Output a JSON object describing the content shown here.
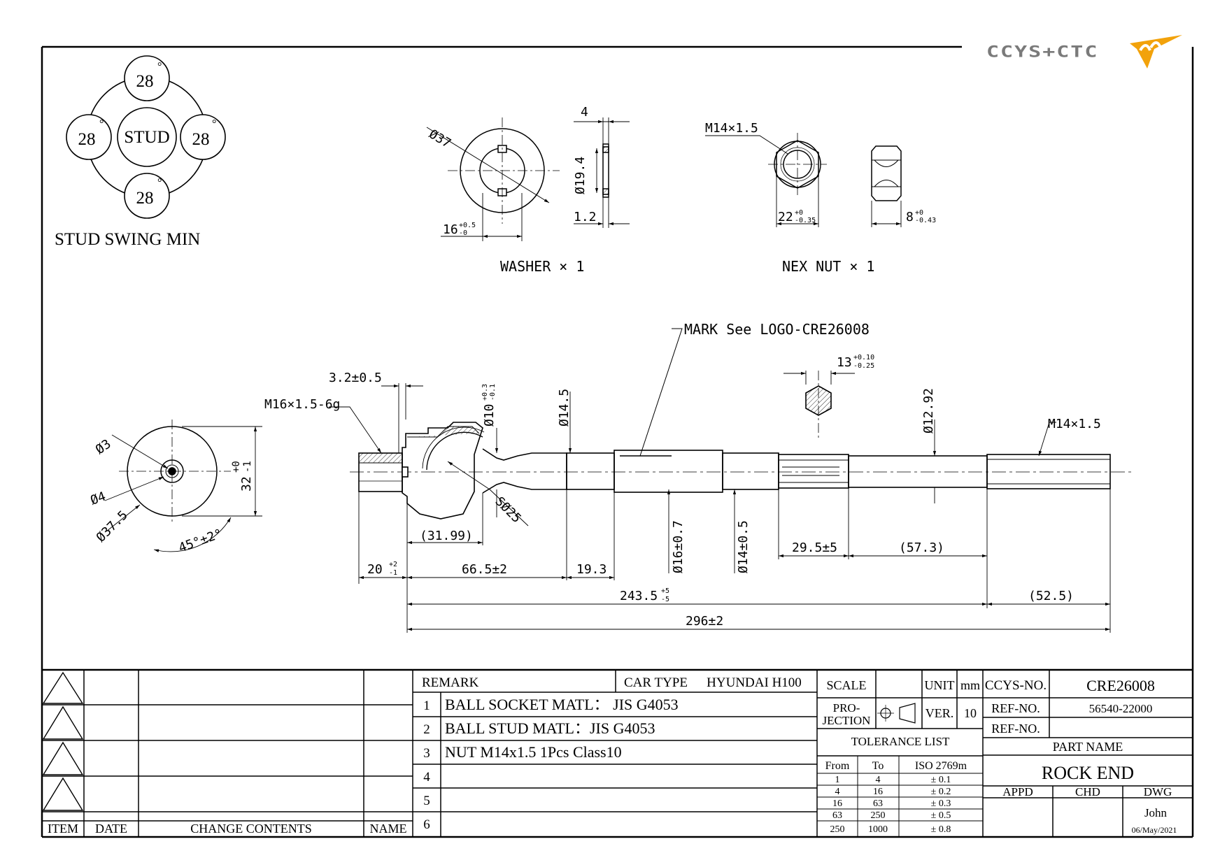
{
  "logo": {
    "text": "CCYS+CTC"
  },
  "stud_swing": {
    "center": "STUD",
    "angle_top": "28",
    "angle_left": "28",
    "angle_right": "28",
    "angle_bottom": "28",
    "degree": "°",
    "caption": "STUD SWING MIN"
  },
  "washer": {
    "dim_outer": "Ø37",
    "dim_thick": "4",
    "dim_inner": "Ø19.4",
    "dim_width": "16",
    "dim_width_tol_up": "+0.5",
    "dim_width_tol_lo": "-0",
    "dim_plate": "1.2",
    "caption": "WASHER × 1"
  },
  "nut": {
    "thread": "M14×1.5",
    "dim_af": "22",
    "dim_af_tol_up": "+0",
    "dim_af_tol_lo": "-0.35",
    "dim_h": "8",
    "dim_h_tol_up": "+0",
    "dim_h_tol_lo": "-0.43",
    "caption": "NEX NUT × 1"
  },
  "end_view": {
    "d3": "Ø3",
    "d4": "Ø4",
    "d375": "Ø37.5",
    "height": "32",
    "height_tol_up": "+0",
    "height_tol_lo": "-1",
    "angle": "45°±2°"
  },
  "main": {
    "mark_note": "MARK See LOGO-CRE26008",
    "d_32": "3.2±0.5",
    "thread_left": "M16×1.5-6g",
    "d_10": "Ø10",
    "d_10_tol_up": "+0.3",
    "d_10_tol_lo": "-0.1",
    "d_145": "Ø14.5",
    "hex": "13",
    "hex_tol_up": "+0.10",
    "hex_tol_lo": "-0.25",
    "d_1292": "Ø12.92",
    "thread_right": "M14×1.5",
    "sphere": "SØ25",
    "len_3199": "(31.99)",
    "len_20": "20",
    "len_20_tol_up": "+2",
    "len_20_tol_lo": "-1",
    "len_665": "66.5±2",
    "len_193": "19.3",
    "d_16": "Ø16±0.7",
    "d_14": "Ø14±0.5",
    "len_295": "29.5±5",
    "len_573": "(57.3)",
    "len_2435": "243.5",
    "len_2435_tol_up": "+5",
    "len_2435_tol_lo": "-5",
    "len_525": "(52.5)",
    "len_296": "296±2"
  },
  "revision": {
    "headers": [
      "ITEM",
      "DATE",
      "CHANGE CONTENTS",
      "NAME"
    ]
  },
  "remarks": {
    "header": "REMARK",
    "car_type_label": "CAR TYPE",
    "car_type": "HYUNDAI H100",
    "rows": [
      {
        "n": "1",
        "text": "BALL SOCKET MATL： JIS G4053"
      },
      {
        "n": "2",
        "text": "BALL STUD MATL：JIS G4053"
      },
      {
        "n": "3",
        "text": "NUT M14x1.5 1Pcs Class10"
      },
      {
        "n": "4",
        "text": ""
      },
      {
        "n": "5",
        "text": ""
      },
      {
        "n": "6",
        "text": ""
      }
    ]
  },
  "info": {
    "scale_label": "SCALE",
    "scale": "",
    "unit_label": "UNIT",
    "unit": "mm",
    "projection_label_1": "PRO-",
    "projection_label_2": "JECTION",
    "ver_label": "VER.",
    "ver": "10",
    "tolerance_title": "TOLERANCE LIST",
    "tol_headers": [
      "From",
      "To",
      "ISO 2769m"
    ],
    "tol_rows": [
      [
        "1",
        "4",
        "± 0.1"
      ],
      [
        "4",
        "16",
        "± 0.2"
      ],
      [
        "16",
        "63",
        "± 0.3"
      ],
      [
        "63",
        "250",
        "± 0.5"
      ],
      [
        "250",
        "1000",
        "± 0.8"
      ]
    ]
  },
  "part": {
    "ccys_label": "CCYS-NO.",
    "ccys_no": "CRE26008",
    "ref_label_1": "REF-NO.",
    "ref_no_1": "56540-22000",
    "ref_label_2": "REF-NO.",
    "ref_no_2": "",
    "part_name_label": "PART NAME",
    "part_name": "ROCK END",
    "appd_label": "APPD",
    "chd_label": "CHD",
    "dwg_label": "DWG",
    "drawn_by": "John",
    "date": "06/May/2021"
  },
  "colors": {
    "ink": "#000000",
    "logo_gray": "#7a7a7a",
    "logo_orange": "#f2a20b"
  }
}
